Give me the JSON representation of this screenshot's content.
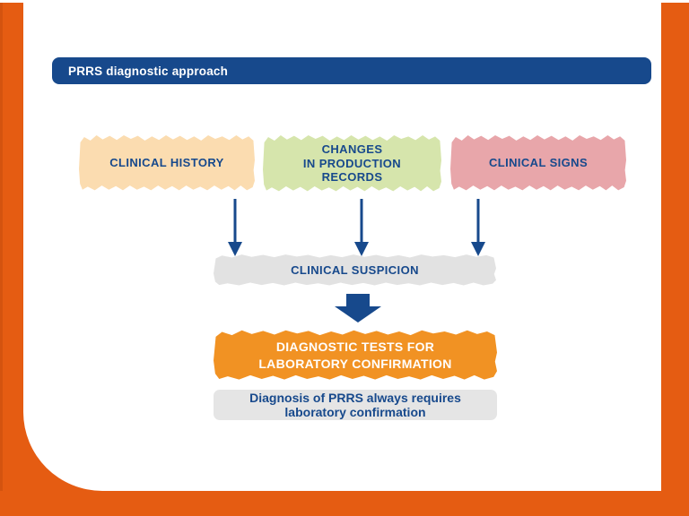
{
  "slide": {
    "title": "PRRS diagnostic approach",
    "title_bar_color": "#17498c",
    "frame_color": "#e55c12",
    "background": "#ffffff"
  },
  "text_color": "#17498c",
  "flow": {
    "sources": [
      {
        "id": "clinical-history",
        "label": "CLINICAL HISTORY",
        "color": "#fbdcb0"
      },
      {
        "id": "production-records",
        "label": "CHANGES\nIN PRODUCTION\nRECORDS",
        "color": "#d6e5ac"
      },
      {
        "id": "clinical-signs",
        "label": "CLINICAL SIGNS",
        "color": "#e8a6aa"
      }
    ],
    "suspicion": {
      "label": "CLINICAL SUSPICION",
      "color": "#e2e2e2"
    },
    "diagnostic": {
      "label": "DIAGNOSTIC TESTS FOR\nLABORATORY CONFIRMATION",
      "color": "#f19223",
      "text_color": "#ffffff"
    },
    "note": {
      "label": "Diagnosis of PRRS always requires\nlaboratory confirmation",
      "color": "#e5e5e5"
    },
    "arrow_color": "#17498c"
  }
}
